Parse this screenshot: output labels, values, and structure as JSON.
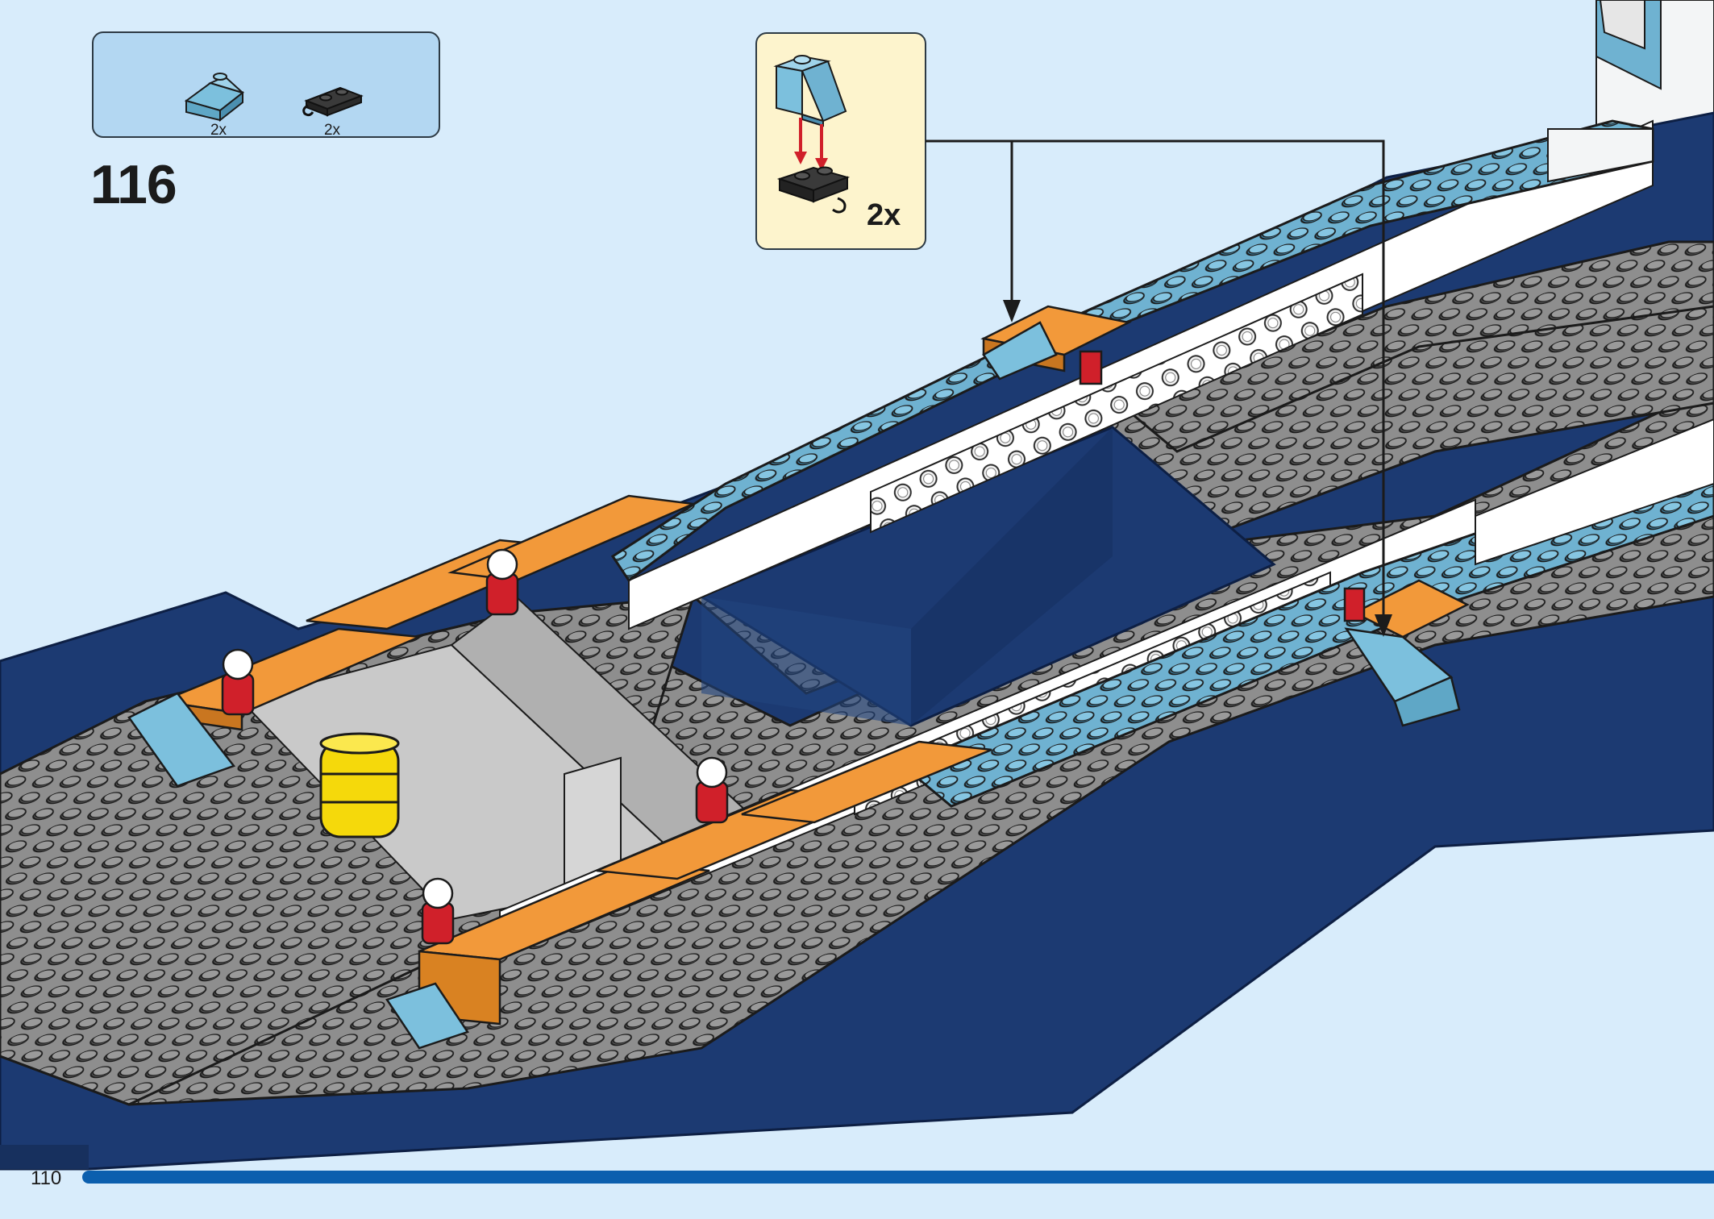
{
  "parts_list": {
    "items": [
      {
        "part": "light-blue-slope-brick",
        "quantity": "2x",
        "color": "#7cc0dd"
      },
      {
        "part": "black-plate-with-clip",
        "quantity": "2x",
        "color": "#2b2b2b"
      }
    ]
  },
  "step": {
    "number": "116"
  },
  "callout": {
    "quantity": "2x"
  },
  "colors": {
    "background": "#d8ecfb",
    "hull_blue": "#1c3a72",
    "deck_gray": "#8e8e8e",
    "rail_blue": "#7cc0dd",
    "accent_orange": "#f2993a",
    "accent_red": "#d0202a",
    "footer_blue": "#0b5fae"
  },
  "page": {
    "number": "110"
  }
}
